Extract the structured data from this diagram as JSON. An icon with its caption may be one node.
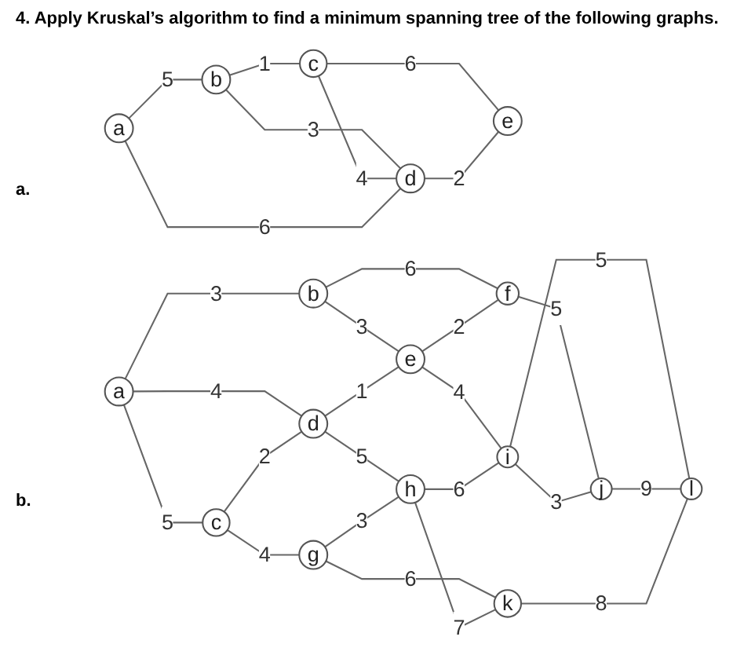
{
  "diagram": {
    "title": "4.  Apply Kruskal’s algorithm to find a minimum spanning tree of the following graphs.",
    "nodes": [
      {
        "text": [
          "a"
        ]
      },
      {
        "text": [
          "b"
        ]
      },
      {
        "text": [
          "c"
        ]
      },
      {
        "text": [
          "d"
        ]
      },
      {
        "text": [
          "e"
        ]
      },
      {
        "text": [
          "a"
        ]
      },
      {
        "text": [
          "b"
        ]
      },
      {
        "text": [
          "c"
        ]
      },
      {
        "text": [
          "d"
        ]
      },
      {
        "text": [
          "e"
        ]
      },
      {
        "text": [
          "f"
        ]
      },
      {
        "text": [
          "g"
        ]
      },
      {
        "text": [
          "h"
        ]
      },
      {
        "text": [
          "i"
        ]
      },
      {
        "text": [
          "j"
        ]
      },
      {
        "text": [
          "k"
        ]
      },
      {
        "text": [
          "l"
        ]
      }
    ],
    "edges": [
      {
        "from": 0,
        "to": 1,
        "arrow": "none",
        "label": "5"
      },
      {
        "from": 1,
        "to": 2,
        "arrow": "none",
        "label": "1"
      },
      {
        "from": 1,
        "to": 3,
        "arrow": "none",
        "label": "3"
      },
      {
        "from": 2,
        "to": 3,
        "arrow": "none",
        "label": "4"
      },
      {
        "from": 2,
        "to": 4,
        "arrow": "none",
        "label": "6"
      },
      {
        "from": 0,
        "to": 3,
        "arrow": "none",
        "label": "6"
      },
      {
        "from": 3,
        "to": 4,
        "arrow": "none",
        "label": "2"
      },
      {
        "from": 5,
        "to": 6,
        "arrow": "none",
        "label": "3"
      },
      {
        "from": 5,
        "to": 7,
        "arrow": "none",
        "label": "5"
      },
      {
        "from": 5,
        "to": 8,
        "arrow": "none",
        "label": "4"
      },
      {
        "from": 6,
        "to": 9,
        "arrow": "none",
        "label": "3"
      },
      {
        "from": 6,
        "to": 10,
        "arrow": "none",
        "label": "6"
      },
      {
        "from": 7,
        "to": 8,
        "arrow": "none",
        "label": "2"
      },
      {
        "from": 8,
        "to": 9,
        "arrow": "none",
        "label": "1"
      },
      {
        "from": 9,
        "to": 10,
        "arrow": "none",
        "label": "2"
      },
      {
        "from": 7,
        "to": 11,
        "arrow": "none",
        "label": "4"
      },
      {
        "from": 8,
        "to": 12,
        "arrow": "none",
        "label": "5"
      },
      {
        "from": 9,
        "to": 13,
        "arrow": "none",
        "label": "4"
      },
      {
        "from": 10,
        "to": 14,
        "arrow": "none",
        "label": "5"
      },
      {
        "from": 11,
        "to": 12,
        "arrow": "none",
        "label": "3"
      },
      {
        "from": 12,
        "to": 13,
        "arrow": "none",
        "label": "6"
      },
      {
        "from": 13,
        "to": 14,
        "arrow": "none",
        "label": "3"
      },
      {
        "from": 11,
        "to": 15,
        "arrow": "none",
        "label": "6"
      },
      {
        "from": 12,
        "to": 15,
        "arrow": "none",
        "label": "7"
      },
      {
        "from": 13,
        "to": 16,
        "arrow": "none",
        "label": "5"
      },
      {
        "from": 14,
        "to": 16,
        "arrow": "none",
        "label": "9"
      },
      {
        "from": 15,
        "to": 16,
        "arrow": "none",
        "label": "8"
      }
    ],
    "labels": [
      "a.",
      "b."
    ]
  }
}
